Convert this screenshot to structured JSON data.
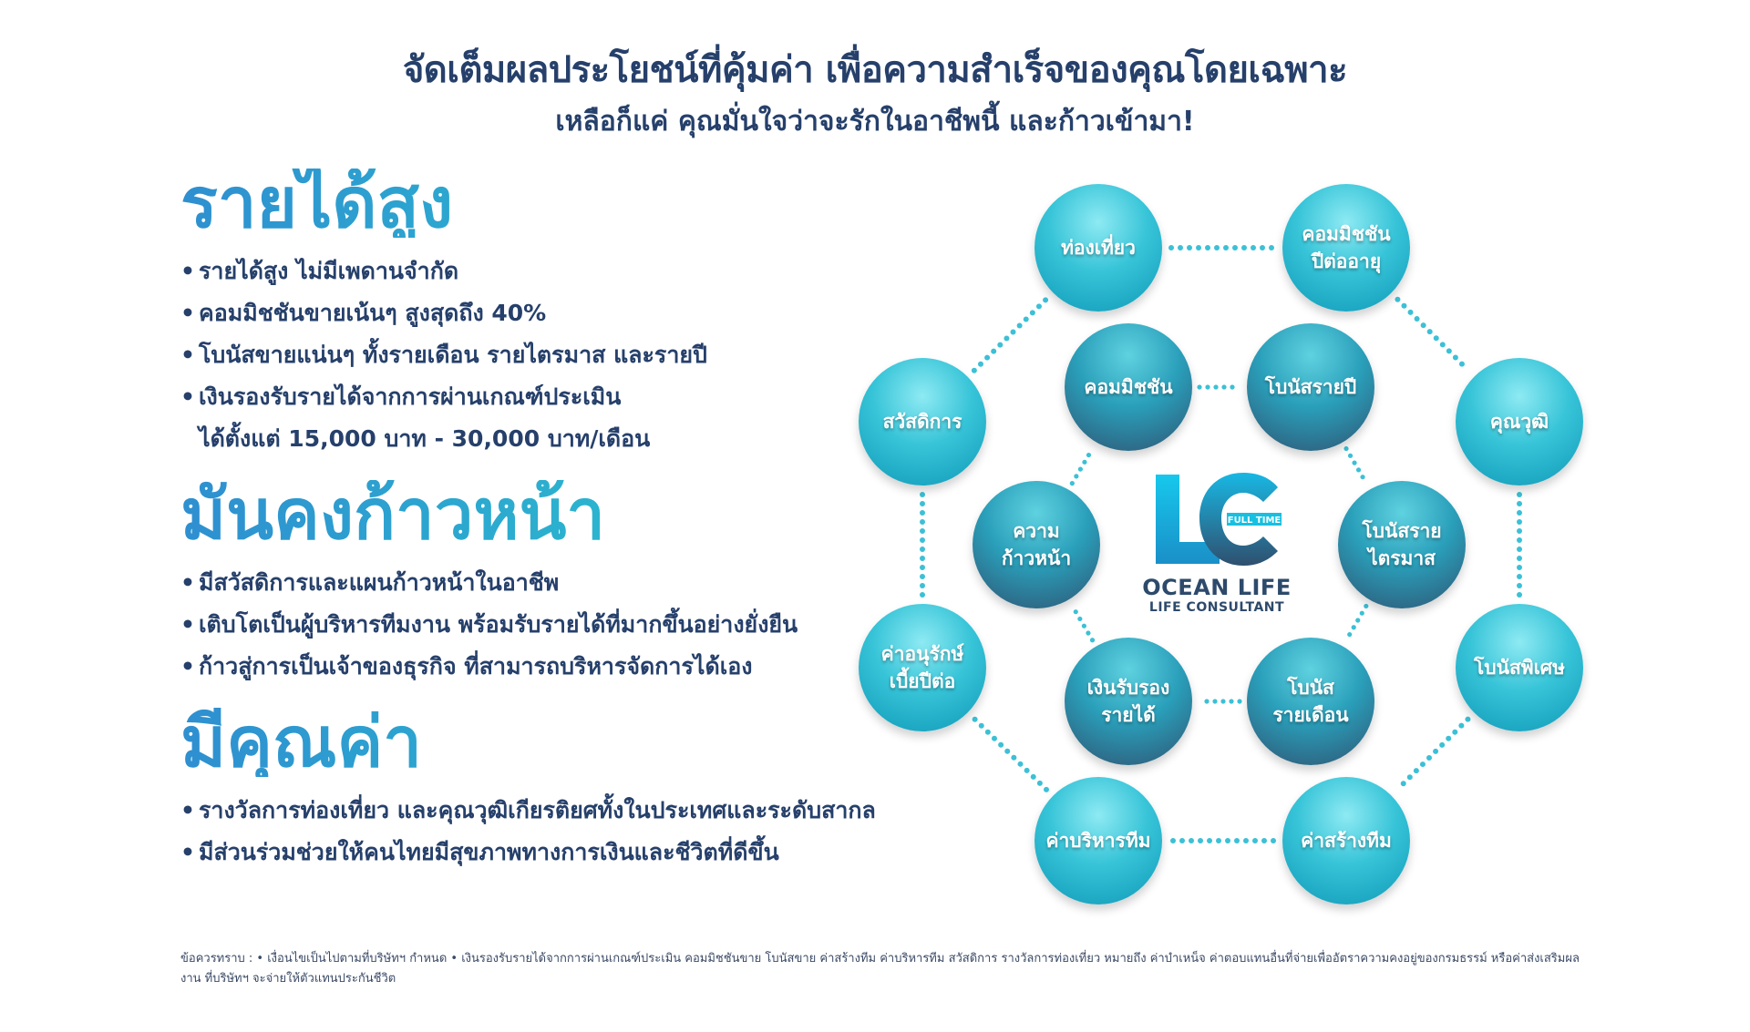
{
  "header": {
    "title": "จัดเต็มผลประโยชน์ที่คุ้มค่า เพื่อความสำเร็จของคุณโดยเฉพาะ",
    "subtitle": "เหลือก็แค่ คุณมั่นใจว่าจะรักในอาชีพนี้ และก้าวเข้ามา!"
  },
  "sections": [
    {
      "heading": "รายได้สูง",
      "bullets": [
        "รายได้สูง ไม่มีเพดานจำกัด",
        "คอมมิชชันขายเน้นๆ สูงสุดถึง 40%",
        "โบนัสขายแน่นๆ ทั้งรายเดือน รายไตรมาส และรายปี",
        "เงินรองรับรายได้จากการผ่านเกณฑ์ประเมิน"
      ],
      "continuation": "ได้ตั้งแต่ 15,000 บาท - 30,000 บาท/เดือน"
    },
    {
      "heading": "มั่นคงก้าวหน้า",
      "bullets": [
        "มีสวัสดิการและแผนก้าวหน้าในอาชีพ",
        "เติบโตเป็นผู้บริหารทีมงาน พร้อมรับรายได้ที่มากขึ้นอย่างยั่งยืน",
        "ก้าวสู่การเป็นเจ้าของธุรกิจ ที่สามารถบริหารจัดการได้เอง"
      ]
    },
    {
      "heading": "มีคุณค่า",
      "bullets": [
        "รางวัลการท่องเที่ยว และคุณวุฒิเกียรติยศทั้งในประเทศและระดับสากล",
        "มีส่วนร่วมช่วยให้คนไทยมีสุขภาพทางการเงินและชีวิตที่ดีขึ้น"
      ]
    }
  ],
  "diagram": {
    "outer": [
      "ท่องเที่ยว",
      "คอมมิชชัน\nปีต่ออายุ",
      "คุณวุฒิ",
      "โบนัสพิเศษ",
      "ค่าสร้างทีม",
      "ค่าบริหารทีม",
      "ค่าอนุรักษ์\nเบี้ยปีต่อ",
      "สวัสดิการ"
    ],
    "inner": [
      "คอมมิชชัน",
      "โบนัสรายปี",
      "โบนัสราย\nไตรมาส",
      "โบนัส\nรายเดือน",
      "เงินรับรอง\nรายได้",
      "ความ\nก้าวหน้า"
    ],
    "outer_color": "#2bb8d0",
    "inner_color": "#2d6f8c",
    "dot_color": "#3cc0d6"
  },
  "logo": {
    "badge": "FULL TIME",
    "brand": "OCEAN LIFE",
    "tagline": "LIFE CONSULTANT",
    "color": "#2d4a6b",
    "accent": "#17c0e0"
  },
  "footnote": "ข้อควรทราบ : • เงื่อนไขเป็นไปตามที่บริษัทฯ กำหนด • เงินรองรับรายได้จากการผ่านเกณฑ์ประเมิน คอมมิชชันขาย โบนัสขาย ค่าสร้างทีม ค่าบริหารทีม สวัสดิการ รางวัลการท่องเที่ยว หมายถึง ค่าบำเหน็จ ค่าตอบแทนอื่นที่จ่ายเพื่ออัตราความคงอยู่ของกรมธรรม์ หรือค่าส่งเสริมผลงาน ที่บริษัทฯ จะจ่ายให้ตัวแทนประกันชีวิต"
}
